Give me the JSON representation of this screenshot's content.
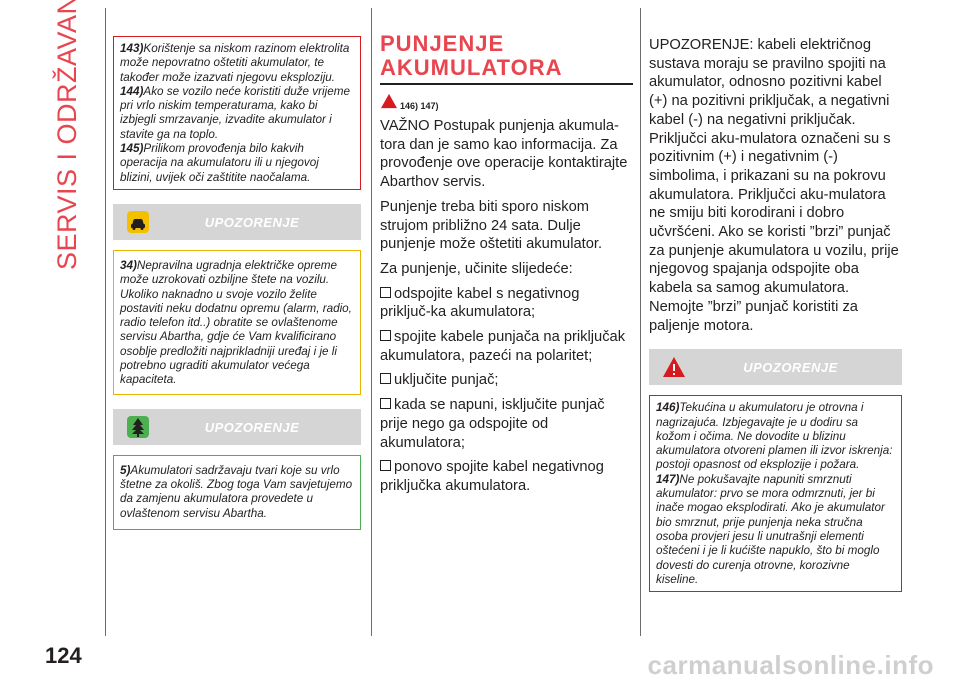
{
  "sidebar": {
    "section_title": "SERVIS I ODRŽAVANJE"
  },
  "footer": {
    "page_number": "124",
    "watermark": "carmanualsonline.info"
  },
  "col1": {
    "note_block": [
      {
        "ref": "143)",
        "text": "Korištenje sa niskom razinom elektrolita može nepovratno oštetiti akumulator, te također može izazvati njegovu eksploziju."
      },
      {
        "ref": "144)",
        "text": "Ako se vozilo neće koristiti duže vrijeme pri vrlo niskim temperaturama, kako bi izbjegli smrzavanje, izvadite akumulator i stavite ga na toplo."
      },
      {
        "ref": "145)",
        "text": "Prilikom provođenja bilo kakvih operacija na akumulatoru ili u njegovoj blizini, uvijek oči zaštitite naočalama."
      }
    ],
    "warning1": {
      "label": "UPOZORENJE",
      "ref": "34)",
      "text": "Nepravilna ugradnja električke opreme može uzrokovati ozbiljne štete na vozilu. Ukoliko naknadno u svoje vozilo želite postaviti neku dodatnu opremu (alarm, radio, radio telefon itd..) obratite se ovlaštenome servisu Abartha, gdje će Vam kvalificirano osoblje predložiti najprikladniji uređaj i je li potrebno ugraditi akumulator većega kapaciteta."
    },
    "warning2": {
      "label": "UPOZORENJE",
      "ref": "5)",
      "text": "Akumulatori sadržavaju tvari koje su vrlo štetne za okoliš. Zbog toga Vam savjetujemo da zamjenu akumulatora provedete u ovlaštenom servisu Abartha."
    }
  },
  "col2": {
    "heading_line1": "PUNJENJE",
    "heading_line2": "AKUMULATORA",
    "refs": "146) 147)",
    "p1": "VAŽNO Postupak punjenja akumula-tora dan je samo kao informacija. Za provođenje ove operacije kontaktirajte Abarthov servis.",
    "p2": "Punjenje treba biti sporo niskom strujom približno 24 sata. Dulje punjenje može oštetiti akumulator.",
    "p3": "Za punjenje, učinite slijedeće:",
    "steps": [
      "odspojite kabel s negativnog priključ-ka akumulatora;",
      "spojite kabele punjača na priključak akumulatora, pazeći na polaritet;",
      "uključite punjač;",
      "kada se napuni, isključite punjač prije nego ga odspojite od akumulatora;",
      "ponovo spojite kabel negativnog priključka akumulatora."
    ]
  },
  "col3": {
    "p1": "UPOZORENJE: kabeli električnog sustava moraju se pravilno spojiti na akumulator, odnosno pozitivni kabel (+) na pozitivni priključak, a negativni kabel (-) na negativni priključak. Priključci aku-mulatora označeni su s pozitivnim (+) i negativnim (-) simbolima, i prikazani su na pokrovu akumulatora. Priključci aku-mulatora ne smiju biti korodirani i dobro učvršćeni. Ako se koristi ”brzi” punjač za punjenje akumulatora u vozilu, prije njegovog spajanja odspojite oba kabela sa samog akumulatora. Nemojte ”brzi” punjač koristiti za paljenje motora.",
    "warning": {
      "label": "UPOZORENJE",
      "items": [
        {
          "ref": "146)",
          "text": "Tekućina u akumulatoru je otrovna i nagrizajuća. Izbjegavajte je u dodiru sa kožom i očima. Ne dovodite u blizinu akumulatora otvoreni plamen ili izvor iskrenja: postoji opasnost od eksplozije i požara."
        },
        {
          "ref": "147)",
          "text": "Ne pokušavajte napuniti smrznuti akumulator: prvo se mora odmrznuti, jer bi inače mogao eksplodirati. Ako je akumulator bio smrznut, prije punjenja neka stručna osoba provjeri jesu li unutrašnji elementi oštećeni i je li kućište napuklo, što bi moglo dovesti do curenja otrovne, korozivne kiseline."
        }
      ]
    }
  },
  "colors": {
    "accent": "#e8454f",
    "red_border": "#d71920",
    "yellow_border": "#e8b400",
    "green_border": "#4caf50",
    "warn_bar": "#d5d5d5"
  },
  "icons": [
    "car-warning-icon",
    "tree-environment-icon",
    "danger-warning-icon"
  ]
}
